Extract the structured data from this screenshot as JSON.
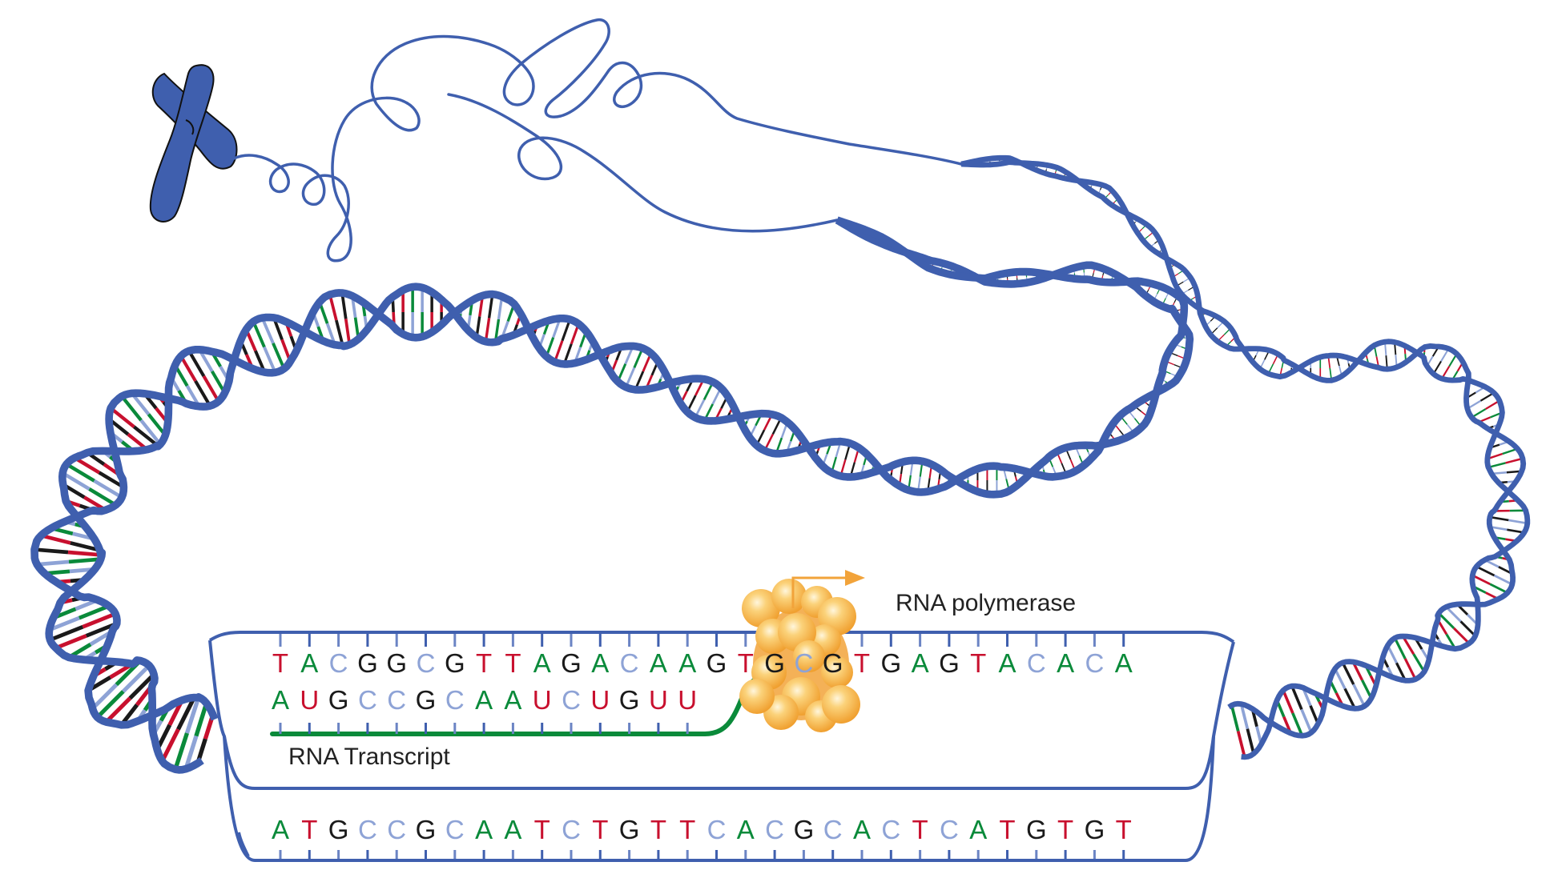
{
  "labels": {
    "polymerase": "RNA polymerase",
    "transcript": "RNA Transcript"
  },
  "sequences": {
    "template_strand": "TACGGCGTTAGACAAGTGCGTGAGTACACA",
    "rna_transcript": "AUGCCGCAAUCUGUU",
    "coding_strand": "ATGCCGCAATCTGTTCACGCACTCATGTGT"
  },
  "colors": {
    "A": "#0a8a3a",
    "T": "#c8102e",
    "U": "#c8102e",
    "G": "#1a1a1a",
    "C": "#8ea3d6",
    "backbone": "#3f5fae",
    "chromosome": "#3f5fae",
    "transcript_strand": "#0a8a3a",
    "polymerase": "#f2a33a",
    "arrow": "#f2a33a"
  },
  "icons": {
    "chromosome": "chromosome-icon",
    "polymerase": "rna-polymerase-icon",
    "promoter_arrow": "transcription-start-arrow-icon"
  }
}
